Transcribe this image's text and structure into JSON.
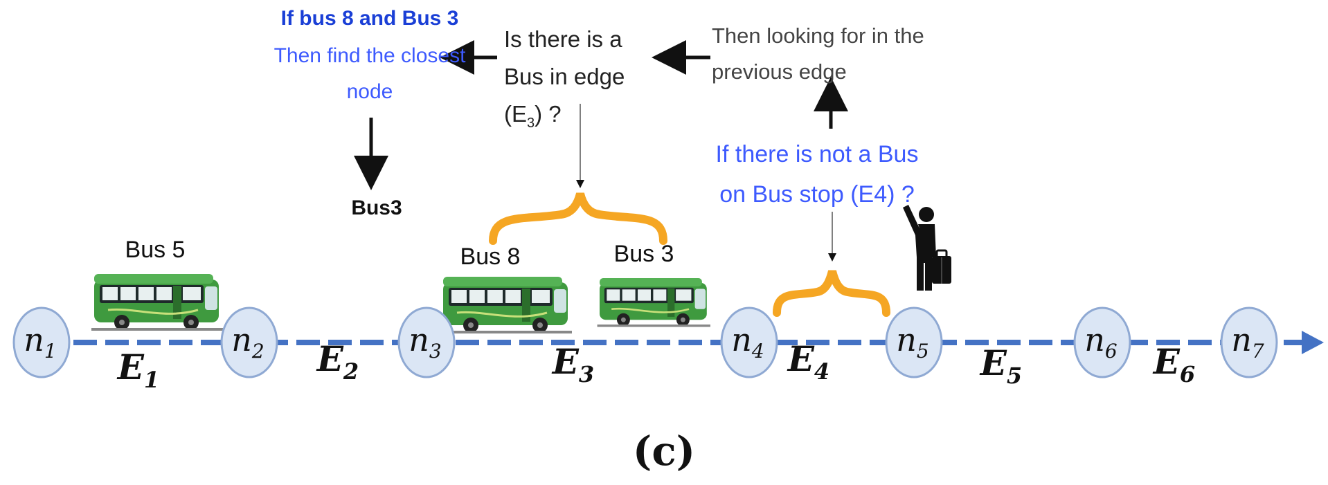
{
  "nodes": [
    {
      "base": "n",
      "sub": "1"
    },
    {
      "base": "n",
      "sub": "2"
    },
    {
      "base": "n",
      "sub": "3"
    },
    {
      "base": "n",
      "sub": "4"
    },
    {
      "base": "n",
      "sub": "5"
    },
    {
      "base": "n",
      "sub": "6"
    },
    {
      "base": "n",
      "sub": "7"
    }
  ],
  "edges": [
    {
      "base": "E",
      "sub": "1"
    },
    {
      "base": "E",
      "sub": "2"
    },
    {
      "base": "E",
      "sub": "3"
    },
    {
      "base": "E",
      "sub": "4"
    },
    {
      "base": "E",
      "sub": "5"
    },
    {
      "base": "E",
      "sub": "6"
    }
  ],
  "buses": [
    {
      "label": "Bus 5"
    },
    {
      "label": "Bus 8"
    },
    {
      "label": "Bus 3"
    }
  ],
  "notes": {
    "condition_line1": "If bus 8 and Bus 3",
    "condition_line2": "Then find the closest",
    "condition_line3": "node",
    "result": "Bus3",
    "question_line1": "Is there is a",
    "question_line2": "Bus in edge",
    "question_line3_pre": "(E",
    "question_line3_sub": "3",
    "question_line3_post": ") ?",
    "previous_line1": "Then looking for in the",
    "previous_line2": "previous edge",
    "stop_line1": "If there is not a Bus",
    "stop_line2": "on Bus stop (E4) ?"
  },
  "caption": "(c)",
  "colors": {
    "blue_text": "#3d5afe",
    "dark_blue_text": "#1a3fd6",
    "line": "#4472c4",
    "node_fill": "#dbe6f5",
    "node_stroke": "#8fa9d3",
    "brace": "#f5a623",
    "bus_body": "#3f9a3f",
    "bus_dark": "#2b6e2b"
  },
  "icons": [
    "bus-icon",
    "person-hailing-icon",
    "suitcase-icon"
  ]
}
